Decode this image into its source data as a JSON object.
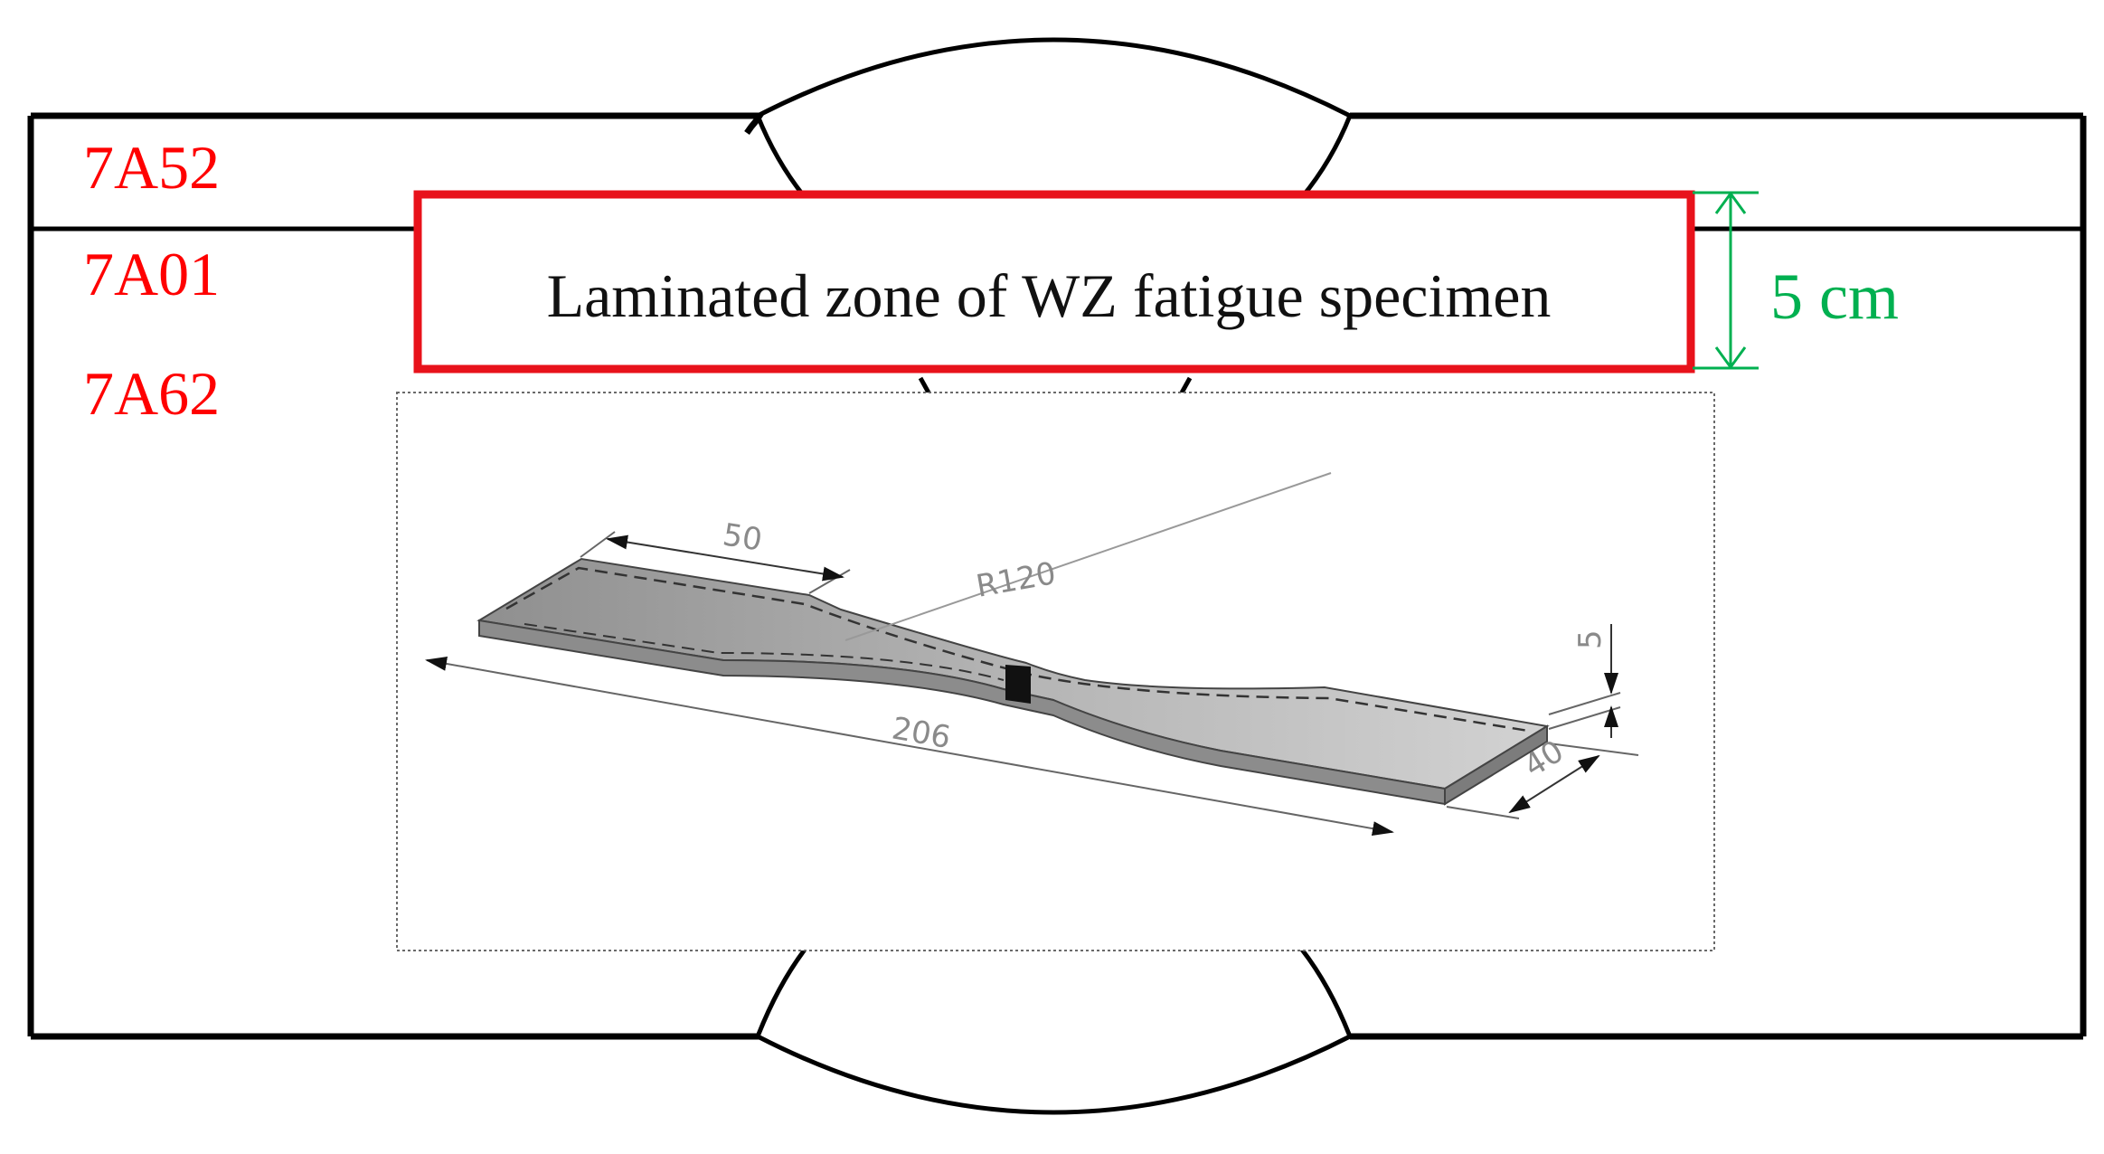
{
  "layers": [
    {
      "id": "top",
      "label": "7A52"
    },
    {
      "id": "middle",
      "label": "7A01"
    },
    {
      "id": "bottom",
      "label": "7A62"
    }
  ],
  "zone_label": "Laminated zone of WZ fatigue specimen",
  "thickness_label": "5 cm",
  "specimen_dimensions": {
    "grip_length": "50",
    "radius": "R120",
    "total_length": "206",
    "width": "40",
    "thickness": "5"
  },
  "colors": {
    "layer_label": "#ff0000",
    "zone_box": "#e8121b",
    "thickness_arrow": "#00b050",
    "outline": "#000000",
    "specimen_fill": "#a9a9a9"
  }
}
